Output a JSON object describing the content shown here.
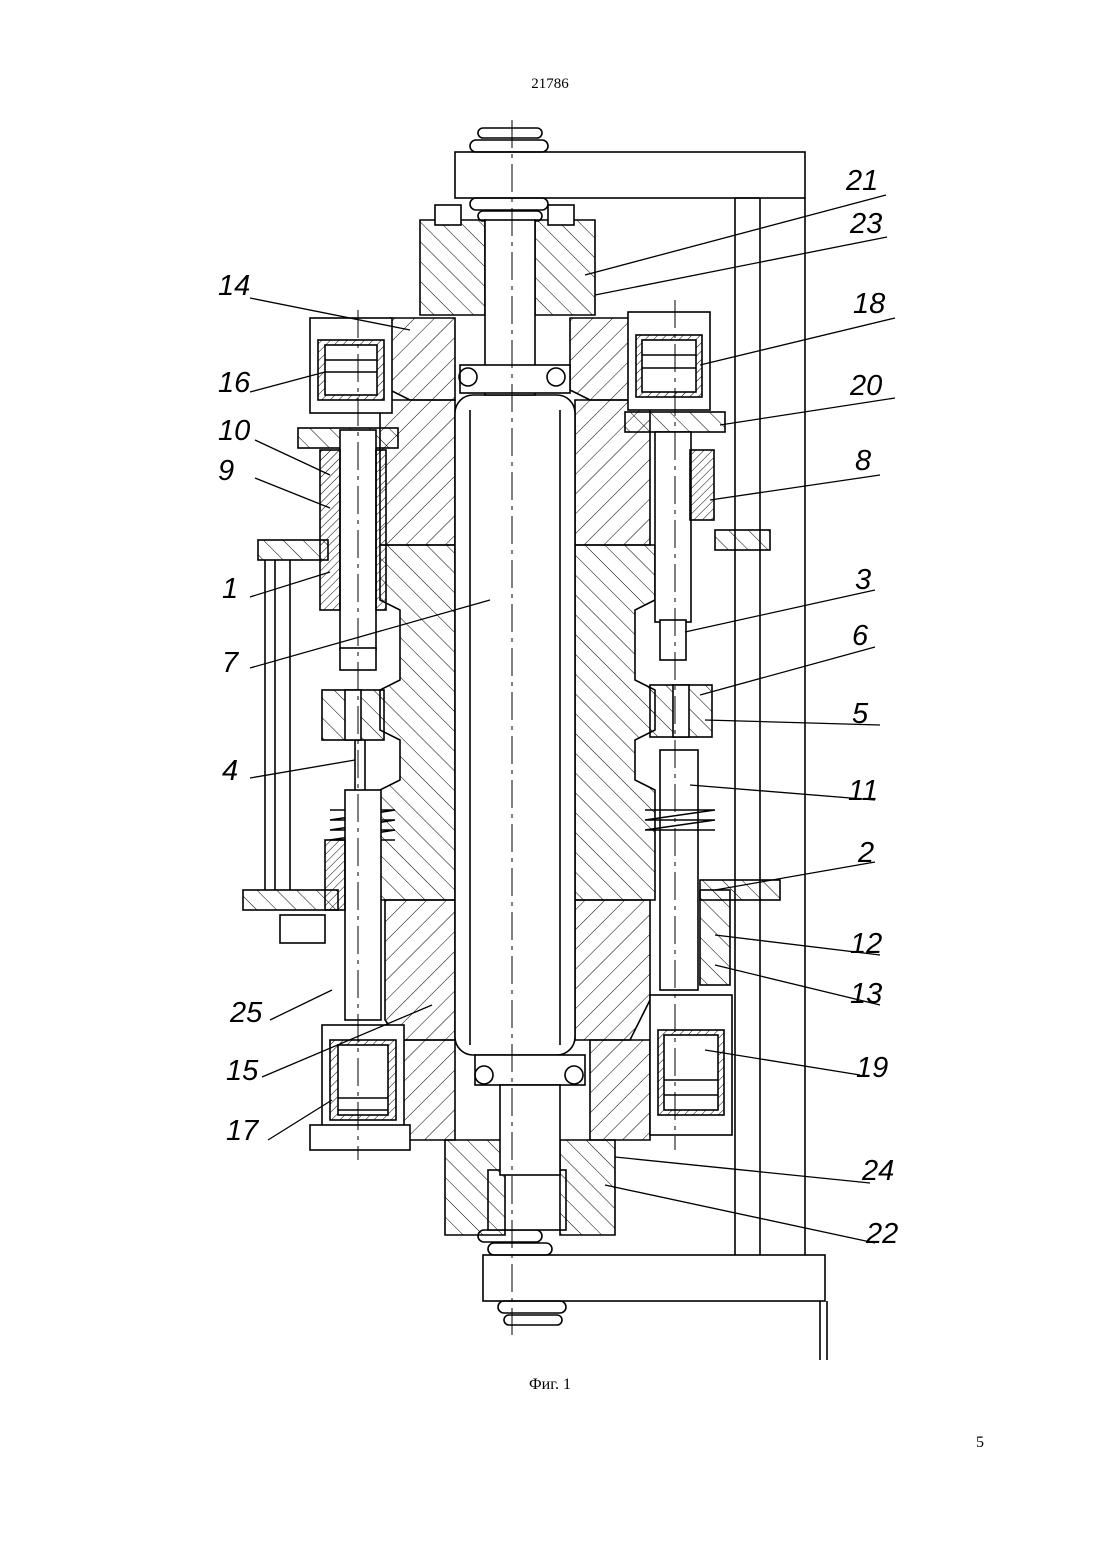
{
  "document": {
    "patent_number": "21786",
    "figure_caption": "Фиг. 1",
    "page_number": "5"
  },
  "drawing": {
    "part_labels": [
      "21",
      "23",
      "14",
      "18",
      "16",
      "20",
      "10",
      "8",
      "9",
      "1",
      "3",
      "7",
      "6",
      "5",
      "4",
      "11",
      "2",
      "12",
      "25",
      "13",
      "15",
      "19",
      "17",
      "24",
      "22"
    ]
  }
}
